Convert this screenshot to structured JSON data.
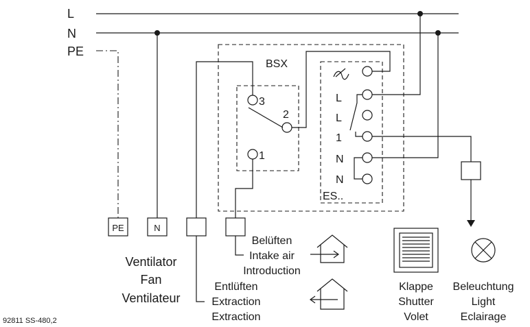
{
  "rails": {
    "l": "L",
    "n": "N",
    "pe": "PE"
  },
  "bsx": {
    "title": "BSX",
    "contact_3": "3",
    "contact_2": "2",
    "contact_1": "1"
  },
  "es": {
    "label": "ES..",
    "terminals": {
      "t2": "L",
      "t3": "L",
      "t4": "1",
      "t5": "N",
      "t6": "N"
    }
  },
  "terminal_boxes": {
    "pe": "PE",
    "n": "N"
  },
  "labels": {
    "ventilator": [
      "Ventilator",
      "Fan",
      "Ventilateur"
    ],
    "intake": [
      "Belüften",
      "Intake air",
      "Introduction"
    ],
    "extraction": [
      "Entlüften",
      "Extraction",
      "Extraction"
    ],
    "shutter": [
      "Klappe",
      "Shutter",
      "Volet"
    ],
    "light": [
      "Beleuchtung",
      "Light",
      "Eclairage"
    ]
  },
  "code": "92811  SS-480,2",
  "colors": {
    "line": "#1a1a1a",
    "background": "#ffffff"
  }
}
